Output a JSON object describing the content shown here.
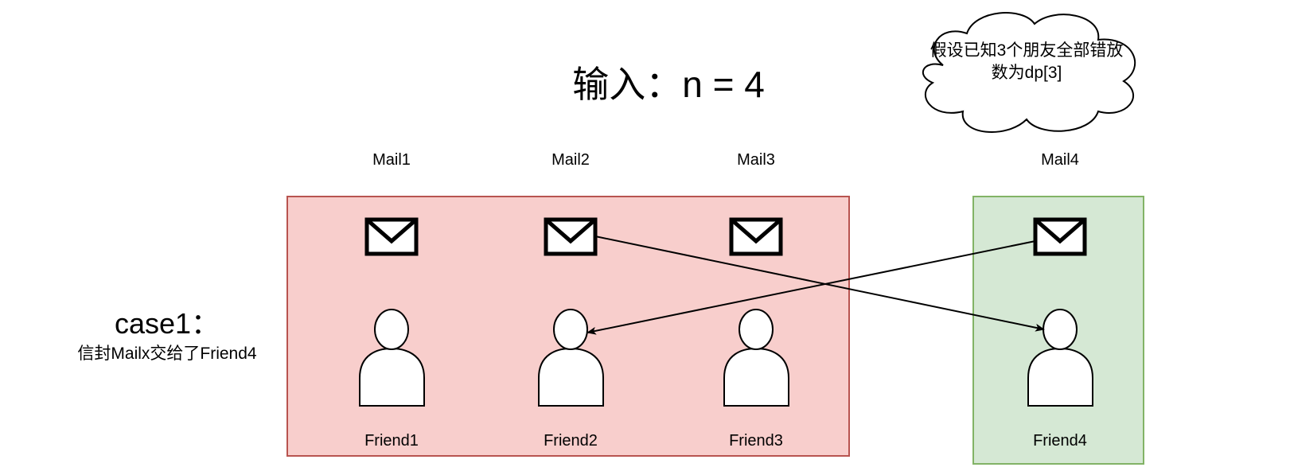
{
  "title": "输入：n = 4",
  "note": {
    "line1": "假设已知3个朋友全部错放",
    "line2": "数为dp[3]"
  },
  "mails": [
    "Mail1",
    "Mail2",
    "Mail3",
    "Mail4"
  ],
  "friends": [
    "Friend1",
    "Friend2",
    "Friend3",
    "Friend4"
  ],
  "case": {
    "title": "case1：",
    "description": "信封Mailx交给了Friend4"
  },
  "colors": {
    "red_fill": "#f8cecc",
    "red_stroke": "#b85450",
    "green_fill": "#d5e8d4",
    "green_stroke": "#82b366"
  }
}
